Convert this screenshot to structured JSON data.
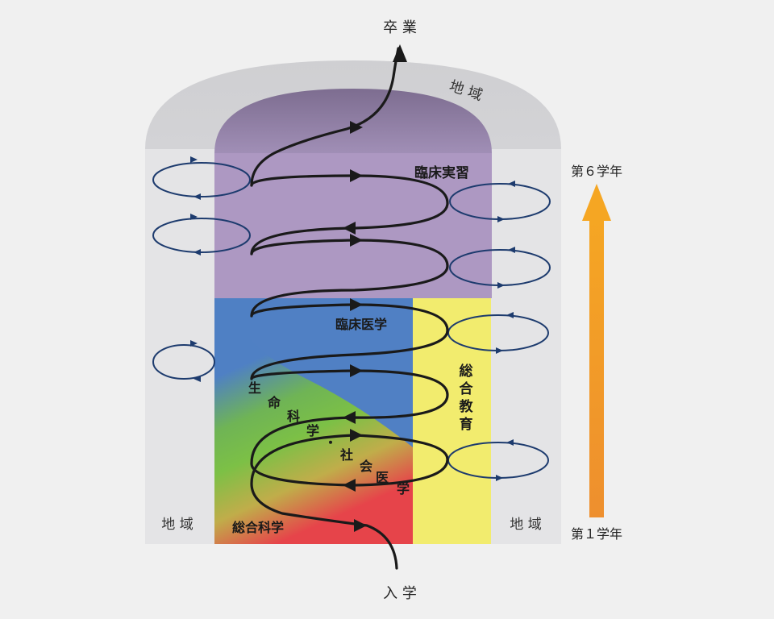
{
  "labels": {
    "graduation": "卒 業",
    "admission": "入 学",
    "region_top": "地 域",
    "region_left": "地 域",
    "region_right": "地 域",
    "clinical_training": "臨床実習",
    "clinical_medicine": "臨床医学",
    "general_education": "総合教育",
    "general_science": "総合科学",
    "life_science_chars": [
      "生",
      "命",
      "科",
      "学",
      "・",
      "社",
      "会",
      "医",
      "学"
    ],
    "year6": "第６学年",
    "year1": "第１学年"
  },
  "colors": {
    "background": "#f0f0f0",
    "region_outer": "#e2e2e4",
    "clinical_training": "#ad98c2",
    "clinical_medicine": "#5080c4",
    "general_education": "#f2ec6e",
    "life_science_green": "#74bd4c",
    "general_science_red": "#e6444a",
    "spiral": "#1a1a1a",
    "side_loops": "#1d3b6e",
    "year_arrow": "#f29a26"
  }
}
